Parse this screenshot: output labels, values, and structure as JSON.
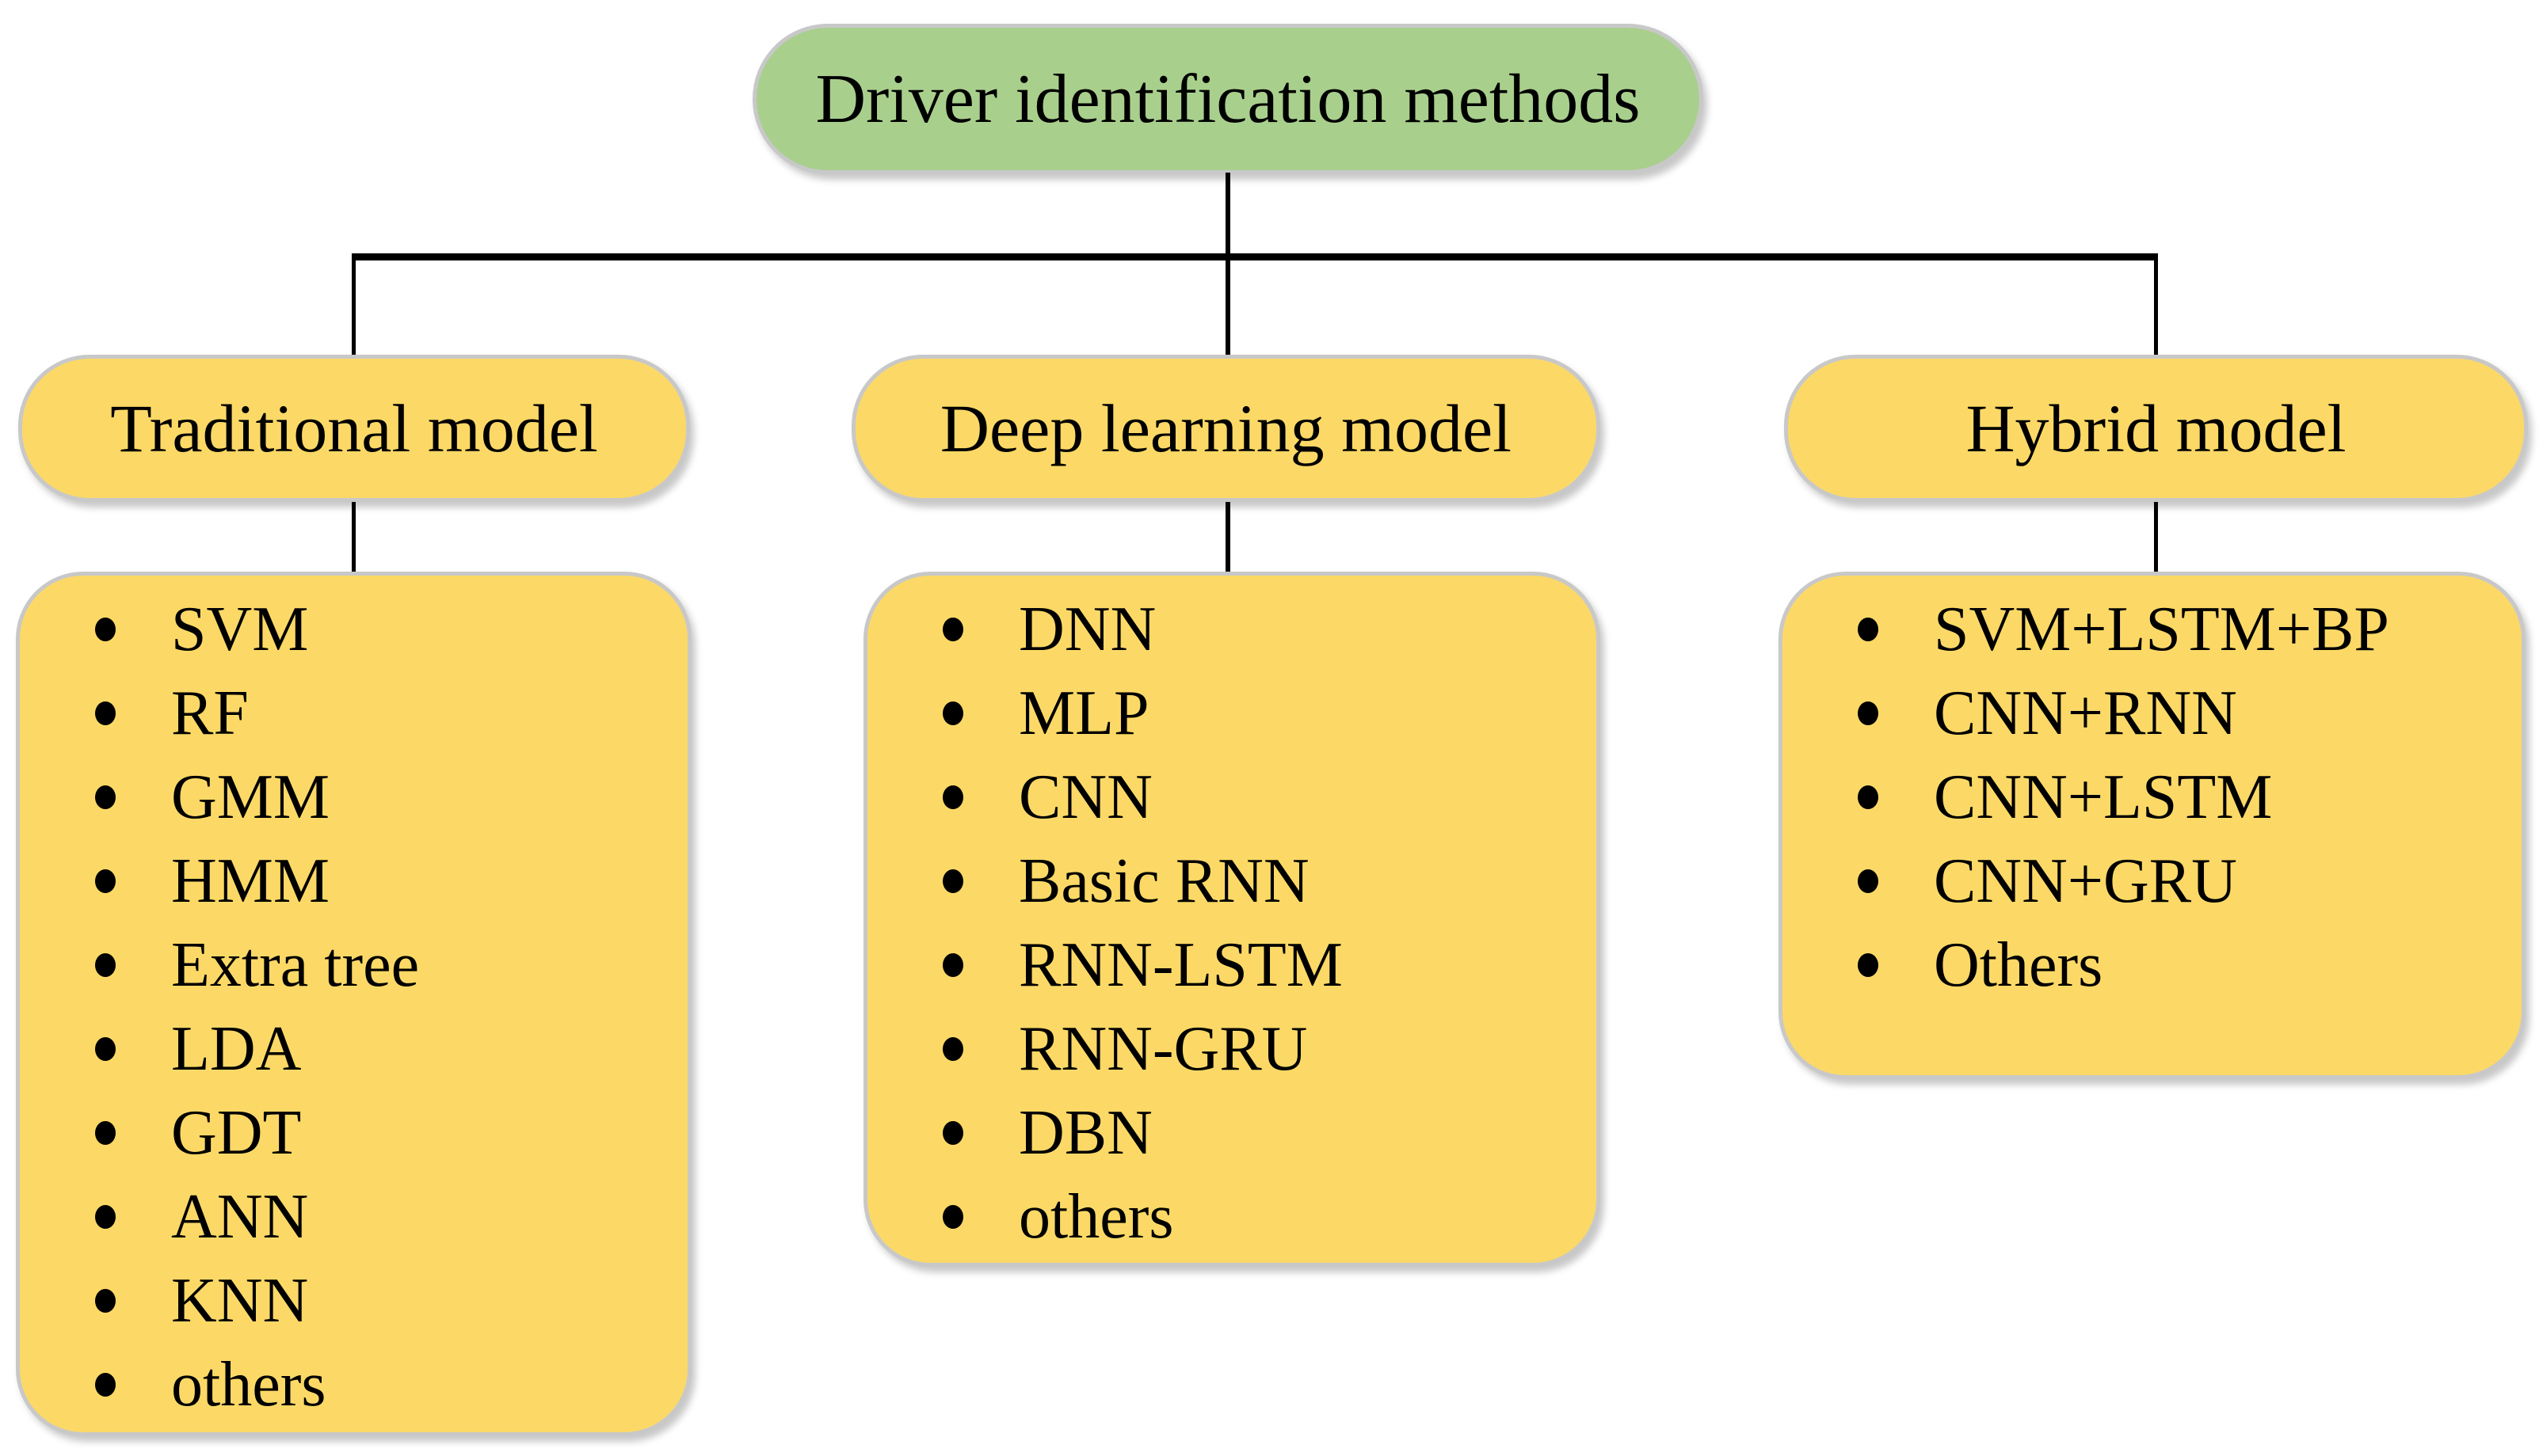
{
  "diagram": {
    "title": "Driver identification methods",
    "columns": [
      {
        "id": "traditional",
        "label": "Traditional model",
        "items": [
          "SVM",
          "RF",
          "GMM",
          "HMM",
          "Extra tree",
          "LDA",
          "GDT",
          "ANN",
          "KNN",
          "others"
        ]
      },
      {
        "id": "deep-learning",
        "label": "Deep learning model",
        "items": [
          "DNN",
          "MLP",
          "CNN",
          "Basic RNN",
          "RNN-LSTM",
          "RNN-GRU",
          "DBN",
          "others"
        ]
      },
      {
        "id": "hybrid",
        "label": "Hybrid model",
        "items": [
          "SVM+LSTM+BP",
          "CNN+RNN",
          "CNN+LSTM",
          "CNN+GRU",
          "Others"
        ]
      }
    ]
  },
  "colors": {
    "root-fill": "#a9cf8d",
    "node-fill": "#fcd966",
    "node-border": "#c8c8c8",
    "connector": "#000000",
    "text": "#000000"
  }
}
